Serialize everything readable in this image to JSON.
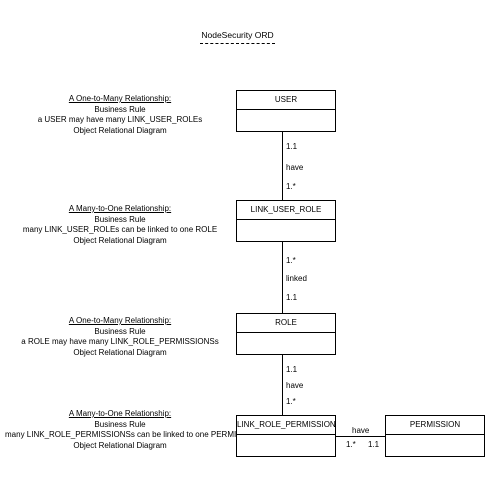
{
  "title": "NodeSecurity ORD",
  "notes": [
    {
      "heading": "A One-to-Many Relationship:",
      "rule": "Business Rule",
      "text": "a USER may have many LINK_USER_ROLEs",
      "diagram": "Object Relational Diagram"
    },
    {
      "heading": "A Many-to-One Relationship:",
      "rule": "Business Rule",
      "text": "many LINK_USER_ROLEs can be linked to one ROLE",
      "diagram": "Object Relational Diagram"
    },
    {
      "heading": "A One-to-Many Relationship:",
      "rule": "Business Rule",
      "text": "a ROLE may have many LINK_ROLE_PERMISSIONSs",
      "diagram": "Object Relational Diagram"
    },
    {
      "heading": "A Many-to-One Relationship:",
      "rule": "Business Rule",
      "text": "many LINK_ROLE_PERMISSIONSs can be linked to one PERMISSION",
      "diagram": "Object Relational Diagram"
    }
  ],
  "entities": {
    "user": "USER",
    "link_user_role": "LINK_USER_ROLE",
    "role": "ROLE",
    "link_role_permission": "LINK_ROLE_PERMISSION",
    "permission": "PERMISSION"
  },
  "relationships": [
    {
      "from": "USER",
      "to": "LINK_USER_ROLE",
      "label": "have",
      "from_card": "1.1",
      "to_card": "1.*"
    },
    {
      "from": "LINK_USER_ROLE",
      "to": "ROLE",
      "label": "linked",
      "from_card": "1.*",
      "to_card": "1.1"
    },
    {
      "from": "ROLE",
      "to": "LINK_ROLE_PERMISSION",
      "label": "have",
      "from_card": "1.1",
      "to_card": "1.*"
    },
    {
      "from": "LINK_ROLE_PERMISSION",
      "to": "PERMISSION",
      "label": "have",
      "from_card": "1.*",
      "to_card": "1.1"
    }
  ]
}
